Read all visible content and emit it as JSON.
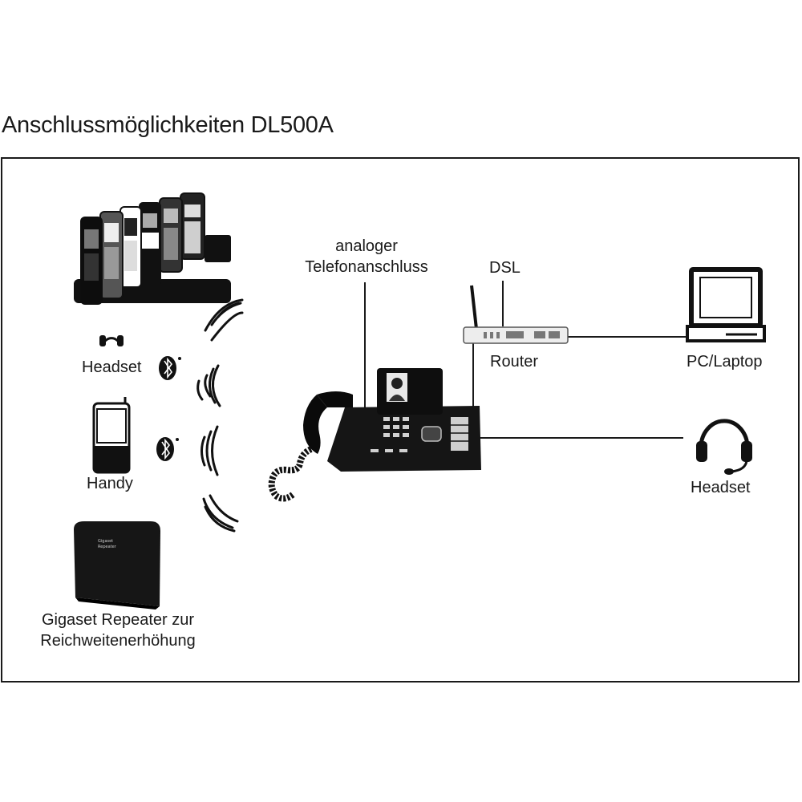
{
  "title": "Anschlussmöglichkeiten DL500A",
  "labels": {
    "analog_line1": "analoger",
    "analog_line2": "Telefonanschluss",
    "dsl": "DSL",
    "router": "Router",
    "pc": "PC/Laptop",
    "headset_left": "Headset",
    "headset_right": "Headset",
    "handy": "Handy",
    "repeater_line1": "Gigaset Repeater zur",
    "repeater_line2": "Reichweitenerhöhung"
  },
  "icons": [
    "handset-group-icon",
    "headset-icon",
    "bluetooth-icon",
    "mobile-phone-icon",
    "repeater-icon",
    "wireless-waves-icon",
    "desk-phone-icon",
    "router-icon",
    "computer-icon",
    "wired-headset-icon"
  ]
}
